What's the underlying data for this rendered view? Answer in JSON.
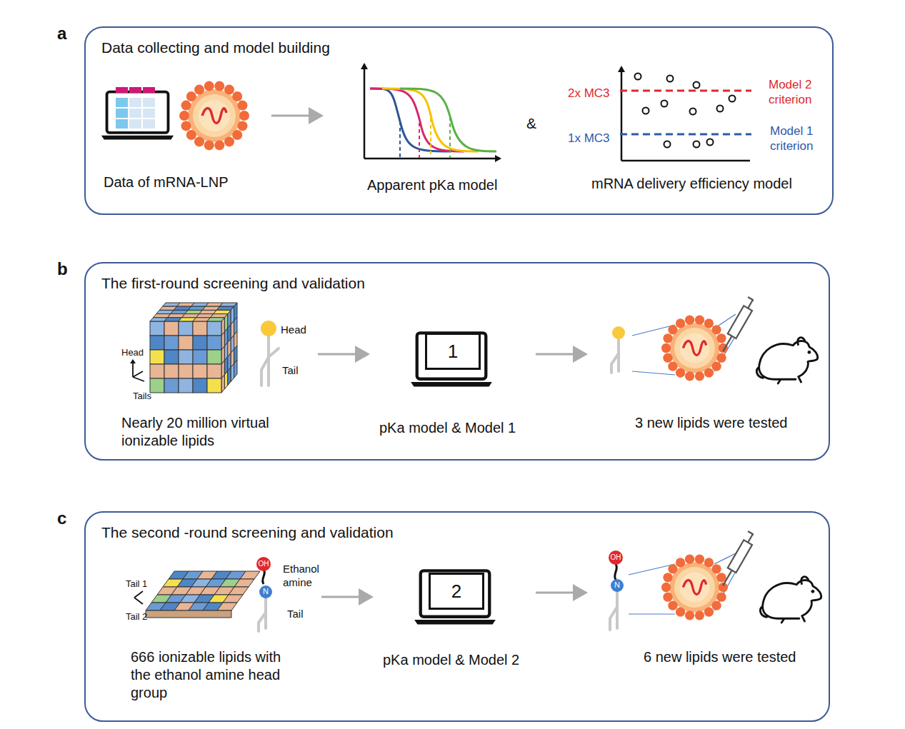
{
  "diagram": {
    "nodes": [
      {
        "text": [
          "a",
          "Data collecting and model building"
        ]
      },
      {
        "text": [
          "b",
          "The first-round screening and validation"
        ]
      },
      {
        "text": [
          "1"
        ],
        "in": 1
      },
      {
        "text": [
          "c",
          "The second -round screening and validation"
        ]
      },
      {
        "text": [
          "2"
        ],
        "in": 3
      }
    ],
    "labels": [
      "Data of mRNA-LNP",
      "Apparent pKa model",
      "&",
      "2x MC3",
      "Model 2 criterion",
      "1x MC3",
      "Model 1 criterion",
      "mRNA delivery efficiency model",
      "Head",
      "Tails",
      "Head",
      "Tail",
      "Nearly 20 million virtual ionizable lipids",
      "pKa model & Model 1",
      "3 new lipids were tested",
      "Tail 1",
      "Tail 2",
      "OH",
      "Ethanol amine",
      "N",
      "Tail",
      "666 ionizable lipids with the ethanol amine head group",
      "pKa model & Model 2",
      "6 new lipids were tested",
      "OH",
      "N"
    ]
  }
}
